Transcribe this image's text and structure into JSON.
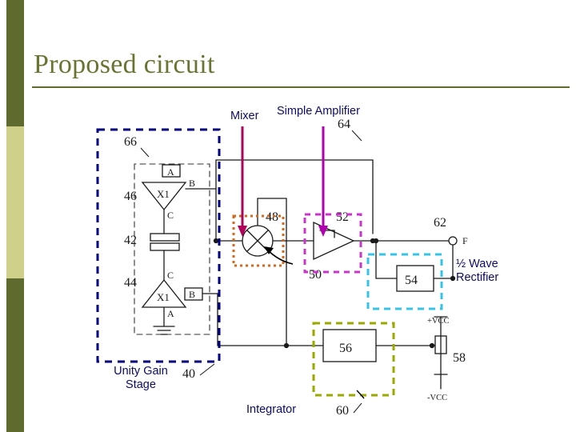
{
  "slide": {
    "title": "Proposed circuit",
    "accent_color": "#6b7330",
    "rule_color": "#5f6a2e"
  },
  "callouts": [
    {
      "id": "mixer",
      "label": "Mixer",
      "color": "#0b0b6b",
      "pointer_color": "#b3005b"
    },
    {
      "id": "amplifier",
      "label": "Simple Amplifier",
      "color": "#0b0b6b",
      "pointer_color": "#b000b0"
    },
    {
      "id": "rectifier",
      "label": "½ Wave\nRectifier",
      "color": "#0b0b6b",
      "pointer_color": "#35c4e8"
    },
    {
      "id": "unity_gain",
      "label": "Unity Gain\nStage",
      "color": "#0b0b6b",
      "pointer_color": "#000080"
    },
    {
      "id": "integrator",
      "label": "Integrator",
      "color": "#0b0b6b",
      "pointer_color": "#9aa800"
    }
  ],
  "highlight_boxes": [
    {
      "id": "unity-gain-box",
      "color": "#000080",
      "style": "dashed"
    },
    {
      "id": "mixer-box",
      "color": "#d2691e",
      "style": "dotted"
    },
    {
      "id": "amplifier-box",
      "color": "#cc33cc",
      "style": "dashed"
    },
    {
      "id": "rectifier-box",
      "color": "#35c4e8",
      "style": "dashed"
    },
    {
      "id": "integrator-box",
      "color": "#9aa800",
      "style": "dashed"
    }
  ],
  "schematic": {
    "reference_numerals": [
      "66",
      "46",
      "42",
      "44",
      "40",
      "48",
      "50",
      "52",
      "64",
      "62",
      "54",
      "56",
      "58",
      "60"
    ],
    "block_labels": [
      "X1",
      "X1"
    ],
    "pin_labels": [
      "A",
      "B",
      "C",
      "C",
      "B",
      "A",
      "F"
    ],
    "supply_labels": [
      "+VCC",
      "-VCC"
    ]
  }
}
